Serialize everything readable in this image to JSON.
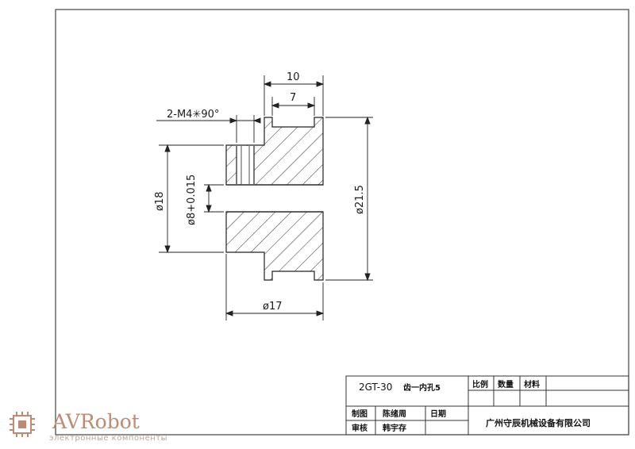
{
  "drawing": {
    "dimensions": {
      "width_total": "10",
      "width_hub": "7",
      "chamfer_note": "2-M4✳90°",
      "dia_flange": "ø18",
      "dia_bore": "ø8+0.015",
      "dia_outer": "ø21.5",
      "dia_hub": "ø17"
    }
  },
  "title_block": {
    "part_name": "2GT-30",
    "part_suffix": "齿一内孔5",
    "col_scale": "比例",
    "col_qty": "数量",
    "col_material": "材料",
    "drawn_label": "制图",
    "drawn_name": "陈绪周",
    "date_label": "日期",
    "checked_label": "审核",
    "checked_name": "韩宇存",
    "company": "广州守辰机械设备有限公司"
  },
  "watermark": {
    "brand": "AVRobot",
    "tagline": "электронные компоненты",
    "brand_color": "#c08a72"
  }
}
